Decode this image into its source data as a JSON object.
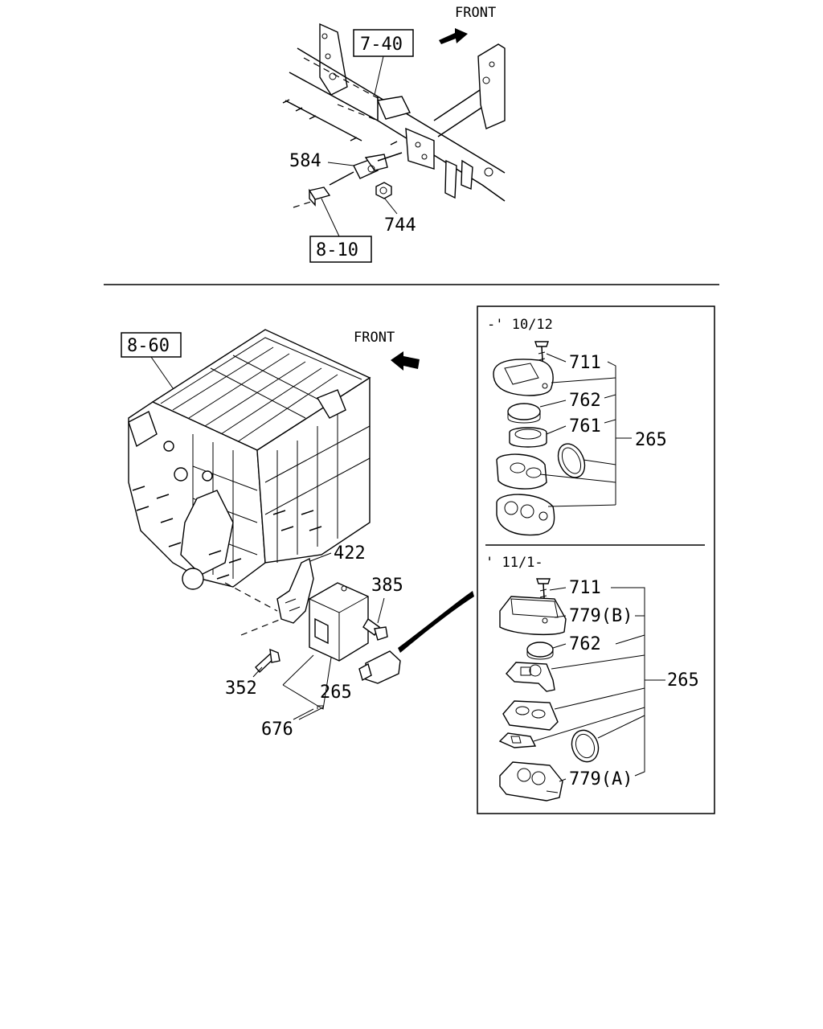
{
  "top_section": {
    "front_label": "FRONT",
    "ref_boxes": [
      "7-40",
      "8-10"
    ],
    "callouts": [
      "584",
      "744"
    ]
  },
  "bottom_section": {
    "front_label": "FRONT",
    "ref_box": "8-60",
    "callouts": [
      "422",
      "385",
      "352",
      "265",
      "676"
    ]
  },
  "inset": {
    "upper": {
      "date_label": "-' 10/12",
      "callouts": [
        "711",
        "762",
        "761"
      ],
      "assembly": "265"
    },
    "lower": {
      "date_label": "' 11/1-",
      "callouts": [
        "711",
        "779(B)",
        "762",
        "779(A)"
      ],
      "assembly": "265"
    }
  }
}
